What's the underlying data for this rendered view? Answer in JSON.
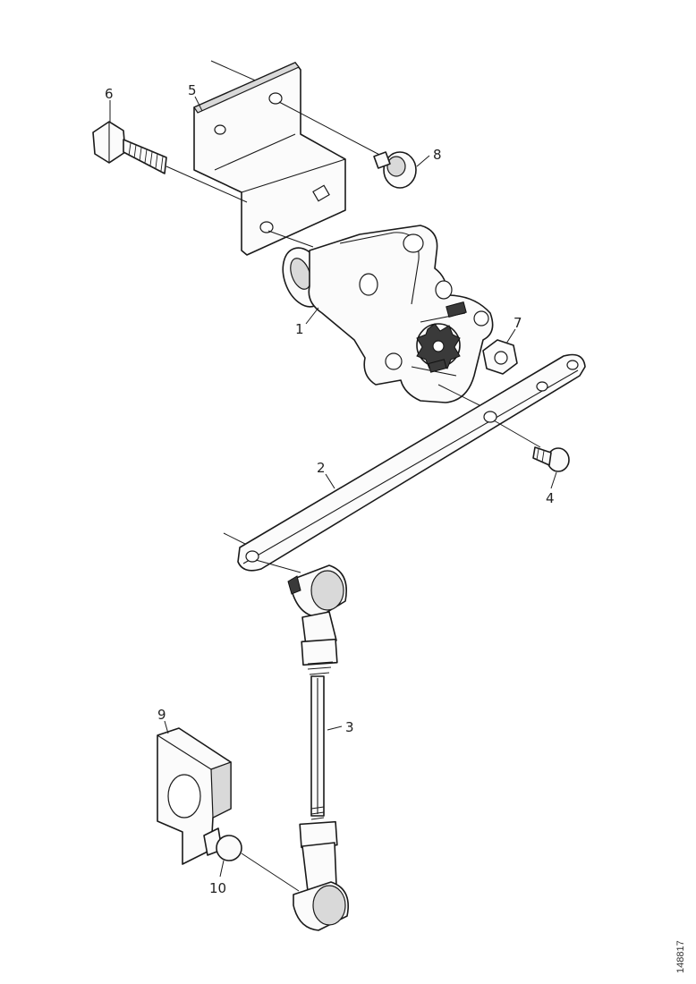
{
  "diagram": {
    "callouts": [
      {
        "id": "c1",
        "label": "1"
      },
      {
        "id": "c2",
        "label": "2"
      },
      {
        "id": "c3",
        "label": "3"
      },
      {
        "id": "c4",
        "label": "4"
      },
      {
        "id": "c5",
        "label": "5"
      },
      {
        "id": "c6",
        "label": "6"
      },
      {
        "id": "c7",
        "label": "7"
      },
      {
        "id": "c8",
        "label": "8"
      },
      {
        "id": "c9",
        "label": "9"
      },
      {
        "id": "c10",
        "label": "10"
      }
    ],
    "reference_code": "148817"
  }
}
